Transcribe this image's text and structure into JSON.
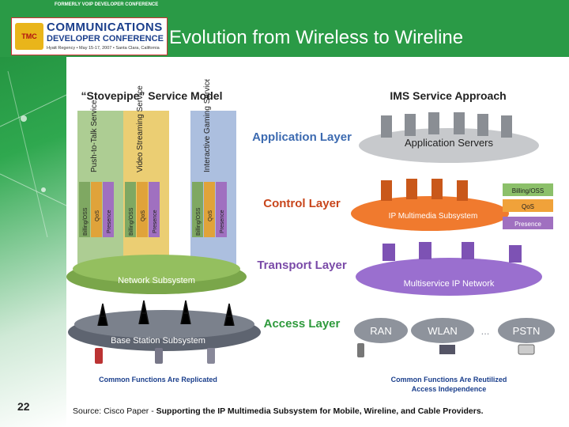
{
  "header": {
    "logo_top": "FORMERLY VOIP DEVELOPER CONFERENCE",
    "logo_badge": "TMC",
    "logo_line1": "COMMUNICATIONS",
    "logo_line2": "DEVELOPER CONFERENCE",
    "logo_line3": "Hyatt Regency • May 15-17, 2007 • Santa Clara, California",
    "title": "Evolution from Wireless to Wireline"
  },
  "stovepipe": {
    "heading": "“Stovepipe” Service Model",
    "services": [
      "Push-to-Talk Service",
      "Video Streaming Service",
      "Interactive Gaming Service"
    ],
    "functions": [
      "Billing/OSS",
      "QoS",
      "Presence"
    ],
    "network": "Network Subsystem",
    "base": "Base Station Subsystem",
    "caption": "Common Functions Are Replicated"
  },
  "layers": [
    "Application Layer",
    "Control Layer",
    "Transport Layer",
    "Access Layer"
  ],
  "ims": {
    "heading": "IMS Service Approach",
    "app": "Application Servers",
    "control": "IP Multimedia Subsystem",
    "functions": [
      "Billing/OSS",
      "QoS",
      "Presence"
    ],
    "transport": "Multiservice IP Network",
    "access": [
      "RAN",
      "WLAN",
      "...",
      "PSTN"
    ],
    "caption1": "Common Functions Are Reutilized",
    "caption2": "Access Independence"
  },
  "footer": {
    "page_number": "22",
    "source_prefix": "Source: Cisco Paper - ",
    "source_title": "Supporting the IP Multimedia Subsystem for Mobile, Wireline, and Cable Providers."
  }
}
